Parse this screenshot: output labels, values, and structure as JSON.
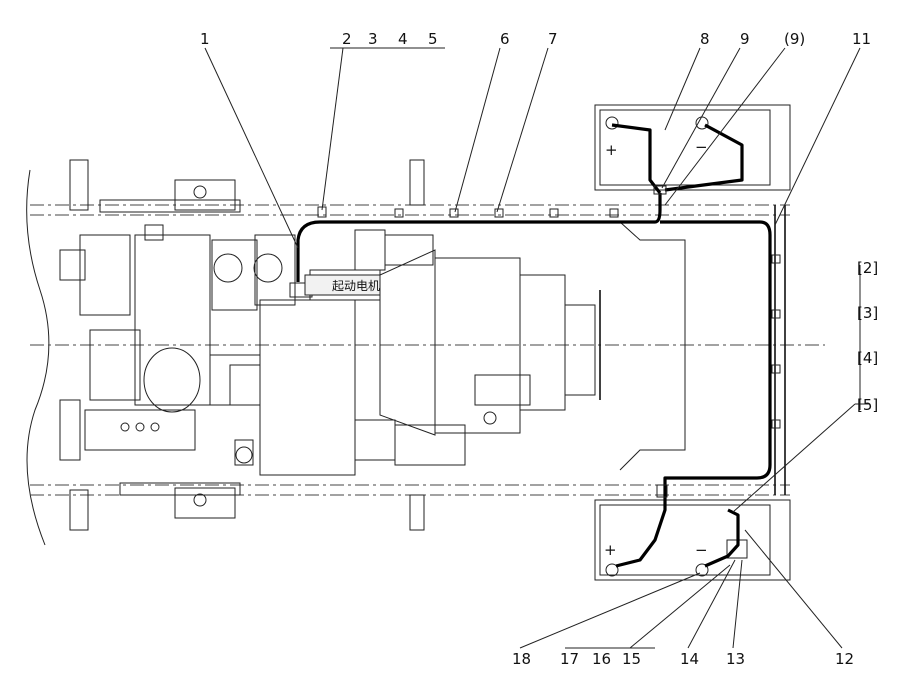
{
  "labels_top": [
    "1",
    "2",
    "3",
    "4",
    "5",
    "6",
    "7",
    "8",
    "9",
    "(9)",
    "11"
  ],
  "labels_right": [
    "[2]",
    "[3]",
    "[4]",
    "[5]"
  ],
  "labels_bottom": [
    "18",
    "17",
    "16",
    "15",
    "14",
    "13",
    "12"
  ],
  "component_text": "起动电机",
  "symbols": {
    "plus": "+",
    "minus": "−"
  }
}
